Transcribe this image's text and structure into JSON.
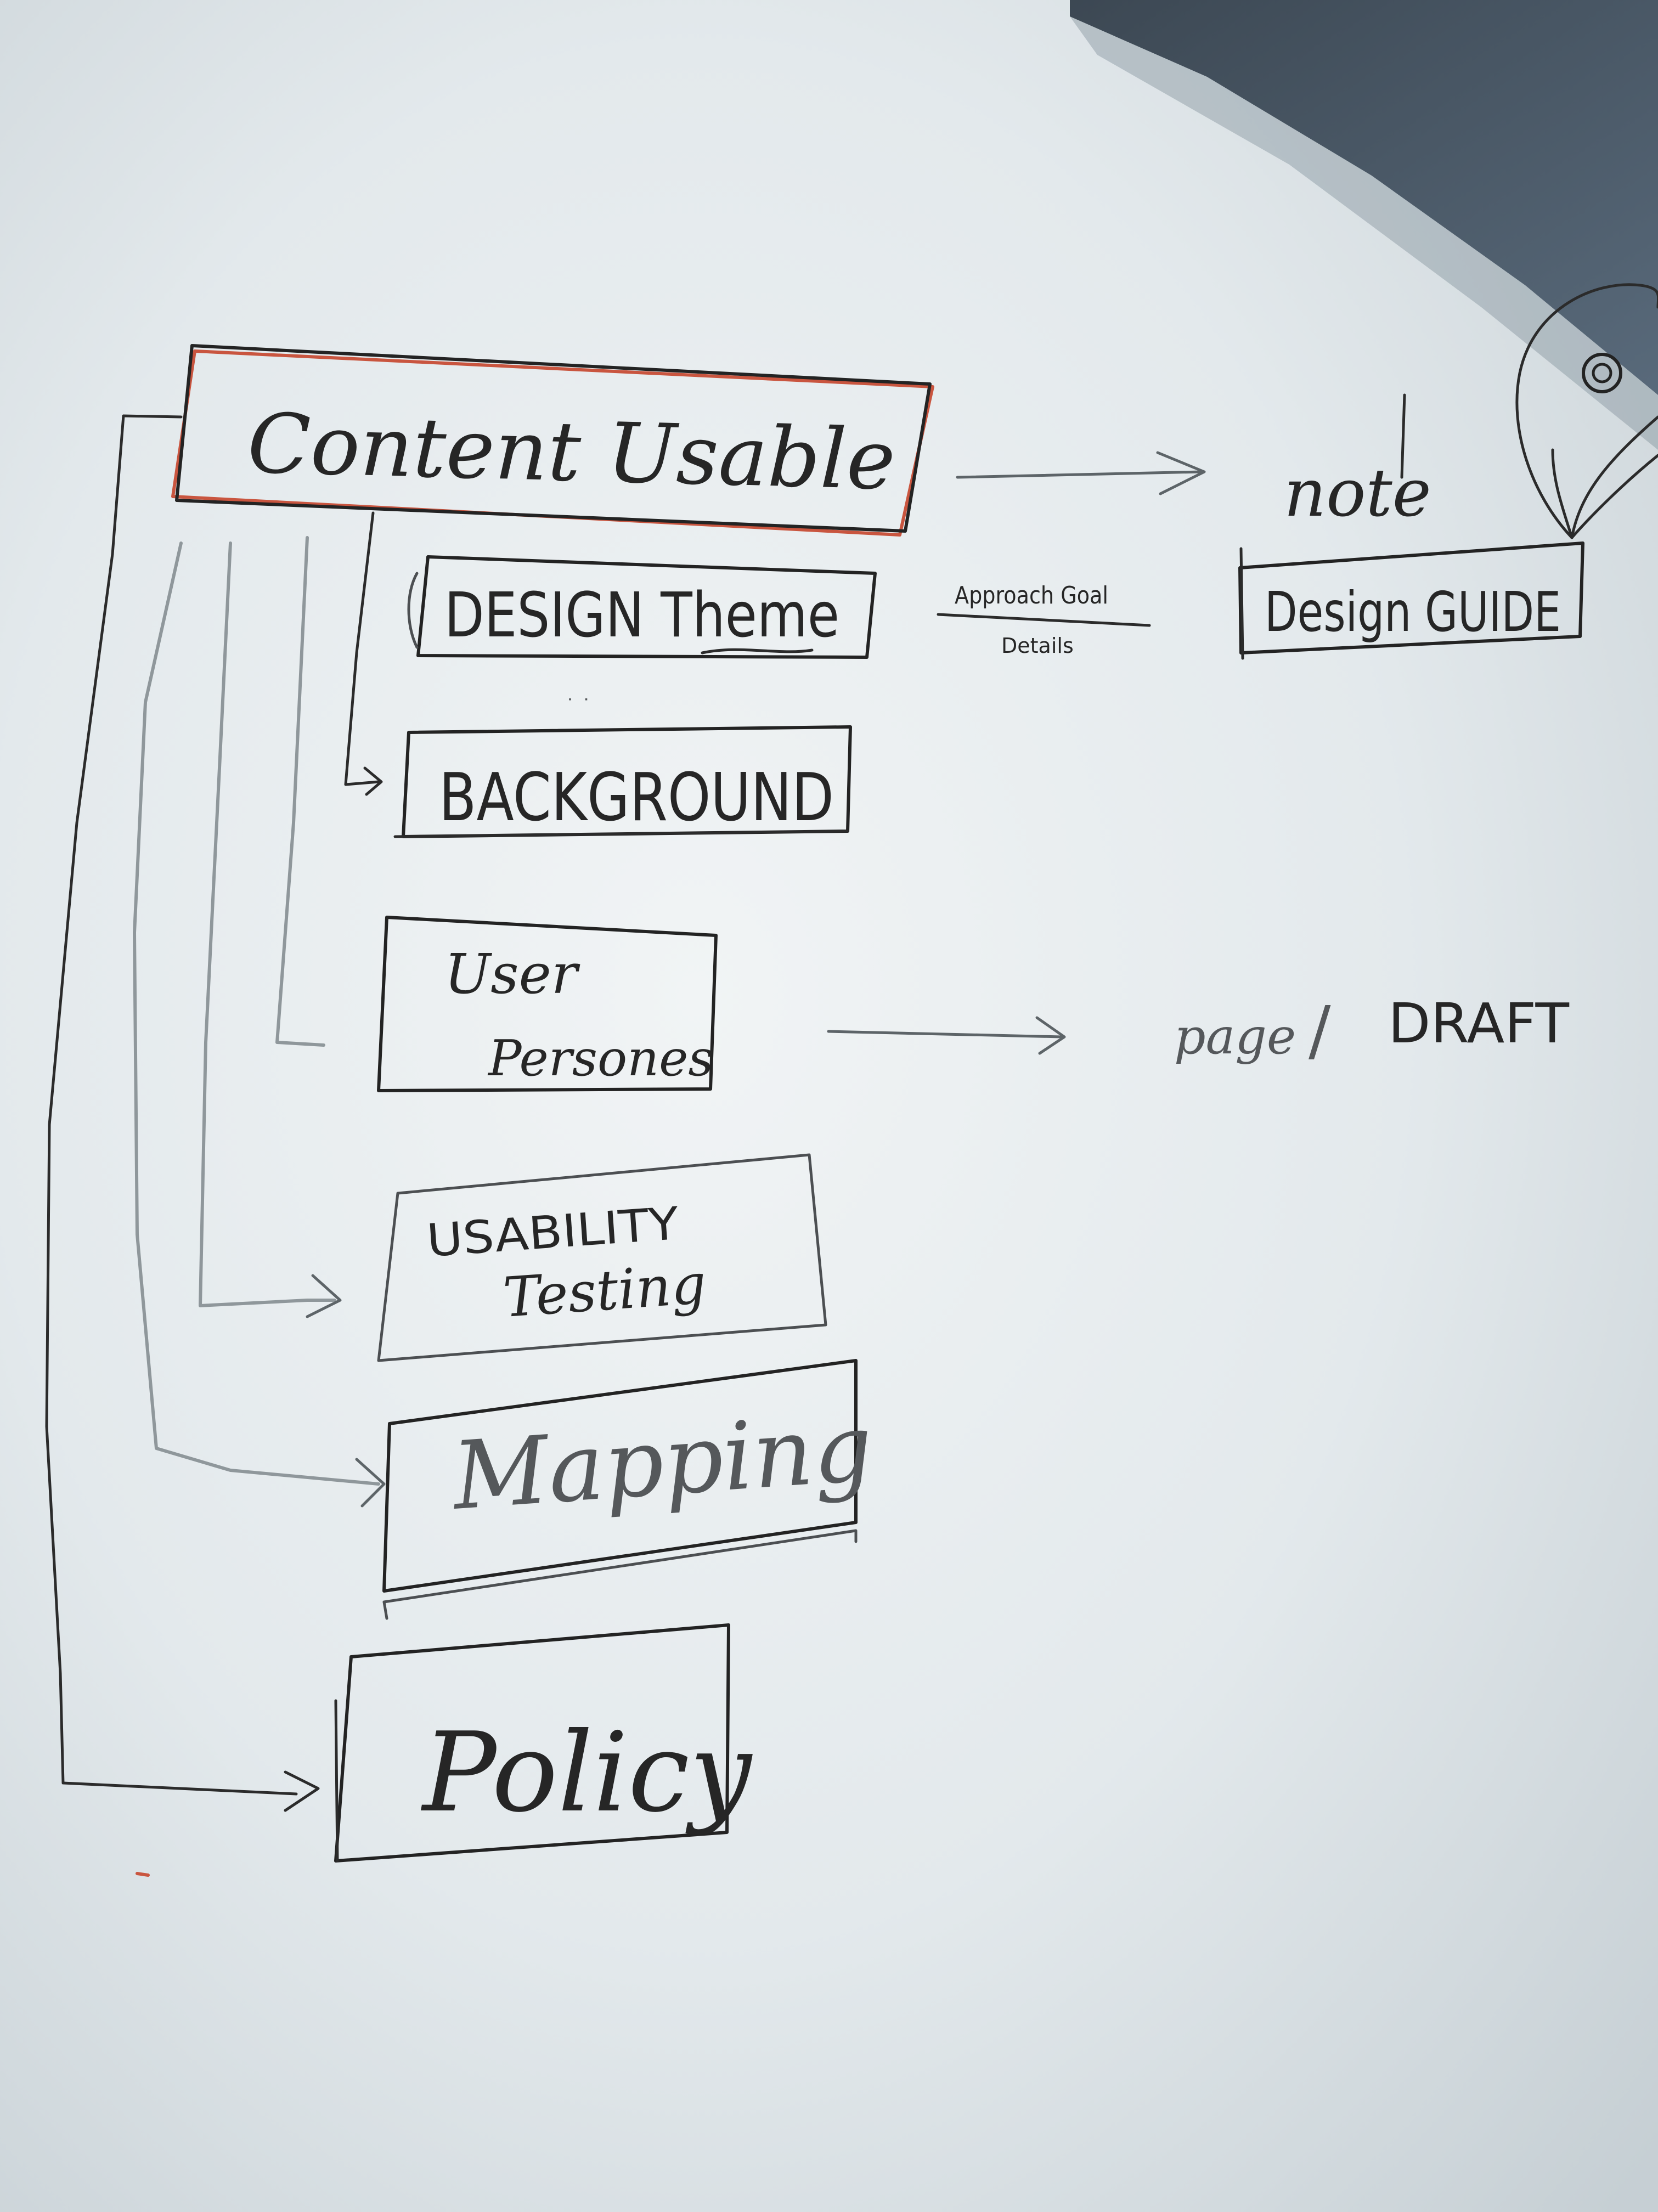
{
  "main": {
    "label": "Content Usable"
  },
  "children": [
    {
      "label": "DESIGN Theme"
    },
    {
      "label": "BACKGROUND"
    },
    {
      "label_line1": "User",
      "label_line2": "Persones"
    },
    {
      "label_line1": "USABILITY",
      "label_line2": "Testing"
    },
    {
      "label": "Mapping"
    },
    {
      "label": "Policy"
    }
  ],
  "side_notes": {
    "note": "note",
    "design_guide": "Design GUIDE",
    "annotation_top": "Approach Goal",
    "annotation_bottom": "Details",
    "page": "page",
    "slash": "/",
    "draft": "DRAFT"
  },
  "colors": {
    "whiteboard": "#e6ebee",
    "marker_black": "#232323",
    "marker_red": "#c9553f",
    "shadow": "#3d4a57"
  }
}
